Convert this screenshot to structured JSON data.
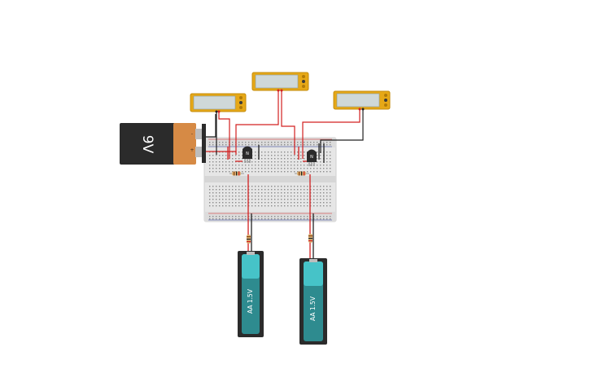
{
  "circuit": {
    "battery_9v": {
      "label": "9V",
      "pos_label": "+",
      "neg_label": "-"
    },
    "aa_left": {
      "label": "AA 1.5V"
    },
    "aa_right": {
      "label": "AA 1.5V"
    },
    "transistor_left": {
      "label": "N"
    },
    "transistor_right": {
      "label": "N"
    },
    "meters": [
      "",
      "",
      ""
    ],
    "colors": {
      "wire_red": "#d32020",
      "wire_black": "#222222",
      "meter_frame": "#e6a817",
      "meter_screen": "#cfd8d8",
      "breadboard": "#e4e4e4",
      "battery_9v_body": "#2b2b2b",
      "battery_9v_cap": "#d68a45",
      "aa_cell": "#2e8b8f",
      "aa_cap": "#46c3c8"
    }
  }
}
